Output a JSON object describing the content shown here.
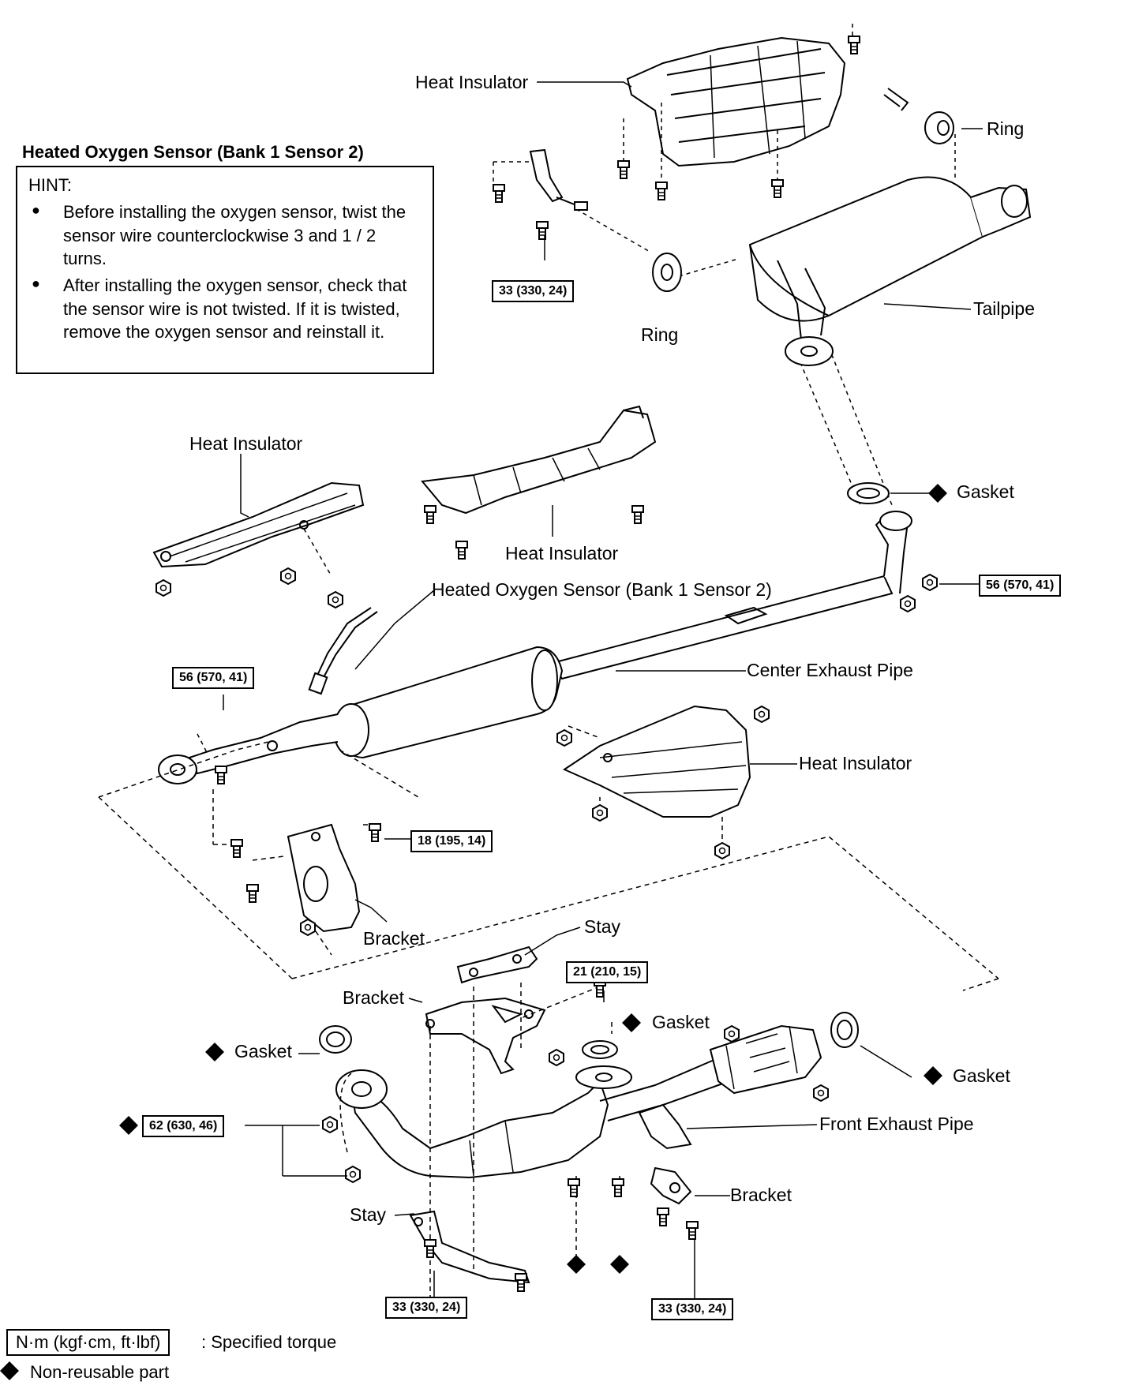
{
  "hint": {
    "title": "Heated Oxygen Sensor (Bank 1 Sensor 2)",
    "heading": "HINT:",
    "items": [
      "Before installing the oxygen sensor, twist the sensor wire counterclockwise 3 and 1 / 2 turns.",
      "After installing the oxygen sensor, check that the sensor wire is not twisted. If it is twisted, remove the oxygen sensor and reinstall it."
    ]
  },
  "labels": {
    "heat_insulator_top": "Heat Insulator",
    "ring_right": "Ring",
    "ring_center": "Ring",
    "tailpipe": "Tailpipe",
    "heat_insulator_left": "Heat Insulator",
    "heat_insulator_mid": "Heat Insulator",
    "gasket_upper": "Gasket",
    "oxygen_sensor": "Heated Oxygen Sensor (Bank 1 Sensor 2)",
    "center_exhaust_pipe": "Center Exhaust Pipe",
    "heat_insulator_right": "Heat Insulator",
    "bracket_mid": "Bracket",
    "stay_top": "Stay",
    "bracket_lower": "Bracket",
    "gasket_mid": "Gasket",
    "gasket_left": "Gasket",
    "gasket_right": "Gasket",
    "front_exhaust_pipe": "Front Exhaust Pipe",
    "bracket_right": "Bracket",
    "stay_bottom": "Stay"
  },
  "torques": {
    "t_330_top": "33 (330, 24)",
    "t_570_right": "56 (570, 41)",
    "t_570_left": "56 (570, 41)",
    "t_195": "18 (195, 14)",
    "t_210": "21 (210, 15)",
    "t_630": "62 (630, 46)",
    "t_330_bl": "33 (330, 24)",
    "t_330_br": "33 (330, 24)"
  },
  "legend": {
    "torque_unit": "N·m (kgf·cm, ft·lbf)",
    "torque_desc": ": Specified torque",
    "nonreusable_desc": "Non-reusable part"
  }
}
